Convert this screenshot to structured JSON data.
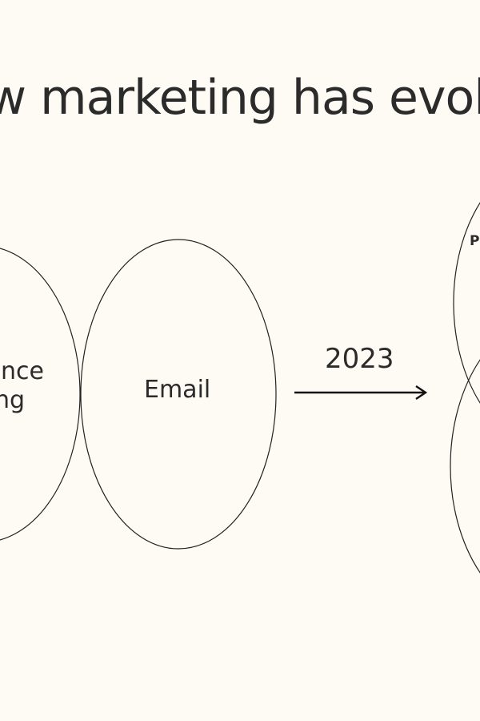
{
  "slide": {
    "title": "w marketing has evolv",
    "left_circle": {
      "line1": "nce",
      "line2": "ng"
    },
    "email_circle": {
      "label": "Email"
    },
    "arrow": {
      "year": "2023"
    },
    "right_circle": {
      "label": "P"
    }
  },
  "colors": {
    "background": "#fdfbf4",
    "text": "#2b2b2b",
    "stroke": "#222222"
  },
  "icons": {
    "arrow": "arrow-right-icon"
  }
}
